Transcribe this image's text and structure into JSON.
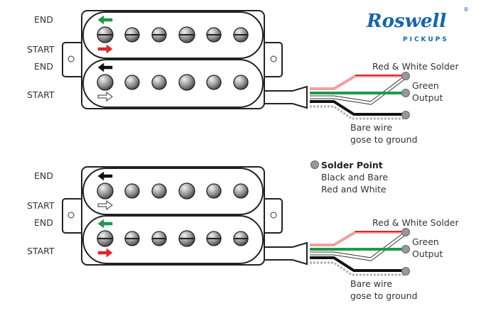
{
  "brand": {
    "name": "Roswell",
    "sub": "PICKUPS",
    "mark": "®",
    "color": "#1565b0"
  },
  "pickups": [
    {
      "coil_labels": [
        "END",
        "START",
        "END",
        "START"
      ],
      "top_coil_poles": "screw",
      "bottom_coil_poles": "slug",
      "arrows": [
        "green-left",
        "red-right",
        "black-left",
        "white-right"
      ],
      "solder_label": "Red & White Solder",
      "output_label_1": "Green",
      "output_label_2": "Output",
      "ground_label_1": "Bare wire",
      "ground_label_2": "gose to ground"
    },
    {
      "coil_labels": [
        "END",
        "START",
        "END",
        "START"
      ],
      "top_coil_poles": "slug",
      "bottom_coil_poles": "screw",
      "arrows": [
        "black-left",
        "white-right",
        "green-left",
        "red-right"
      ],
      "solder_label": "Red & White Solder",
      "output_label_1": "Green",
      "output_label_2": "Output",
      "ground_label_1": "Bare wire",
      "ground_label_2": "gose to ground"
    }
  ],
  "legend": {
    "title": "Solder Point",
    "line1": "Black and Bare",
    "line2": "Red and White"
  },
  "colors": {
    "red": "#e0242b",
    "green": "#1f9a48",
    "black": "#111111",
    "bare": "#b0b0b0",
    "solder": "#999999"
  }
}
